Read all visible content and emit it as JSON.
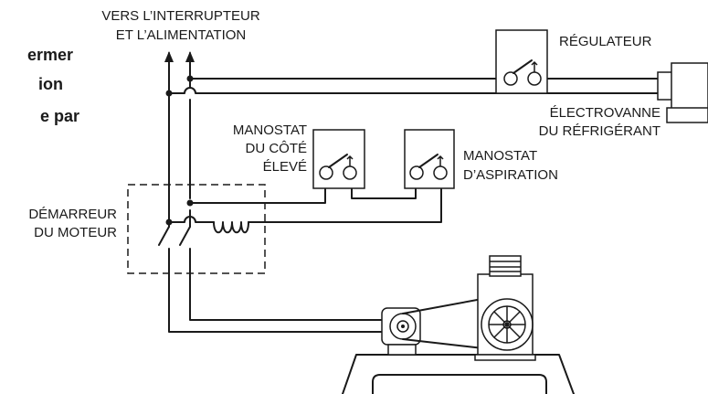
{
  "heading_fragments": [
    "ermer",
    "ion",
    "e par"
  ],
  "labels": {
    "supply": [
      "VERS L’INTERRUPTEUR",
      "ET L’ALIMENTATION"
    ],
    "regulator": "RÉGULATEUR",
    "solenoid": [
      "ÉLECTROVANNE",
      "DU RÉFRIGÉRANT"
    ],
    "high_side": [
      "MANOSTAT",
      "DU CÔTÉ",
      "ÉLEVÉ"
    ],
    "suction": [
      "MANOSTAT",
      "D’ASPIRATION"
    ],
    "starter": [
      "DÉMARREUR",
      "DU MOTEUR"
    ]
  }
}
